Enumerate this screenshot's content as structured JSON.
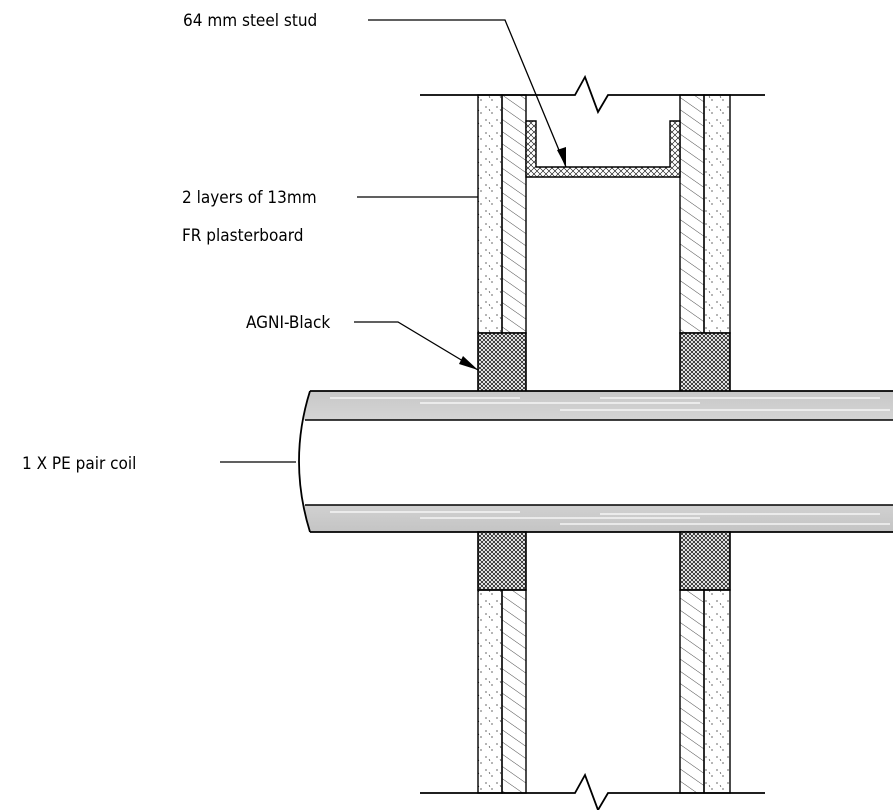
{
  "labels": {
    "steel_stud": "64 mm steel stud",
    "plasterboard_line1": "2 layers of 13mm",
    "plasterboard_line2": "FR plasterboard",
    "sealant": "AGNI-Black",
    "pipe": "1 X PE pair coil"
  }
}
